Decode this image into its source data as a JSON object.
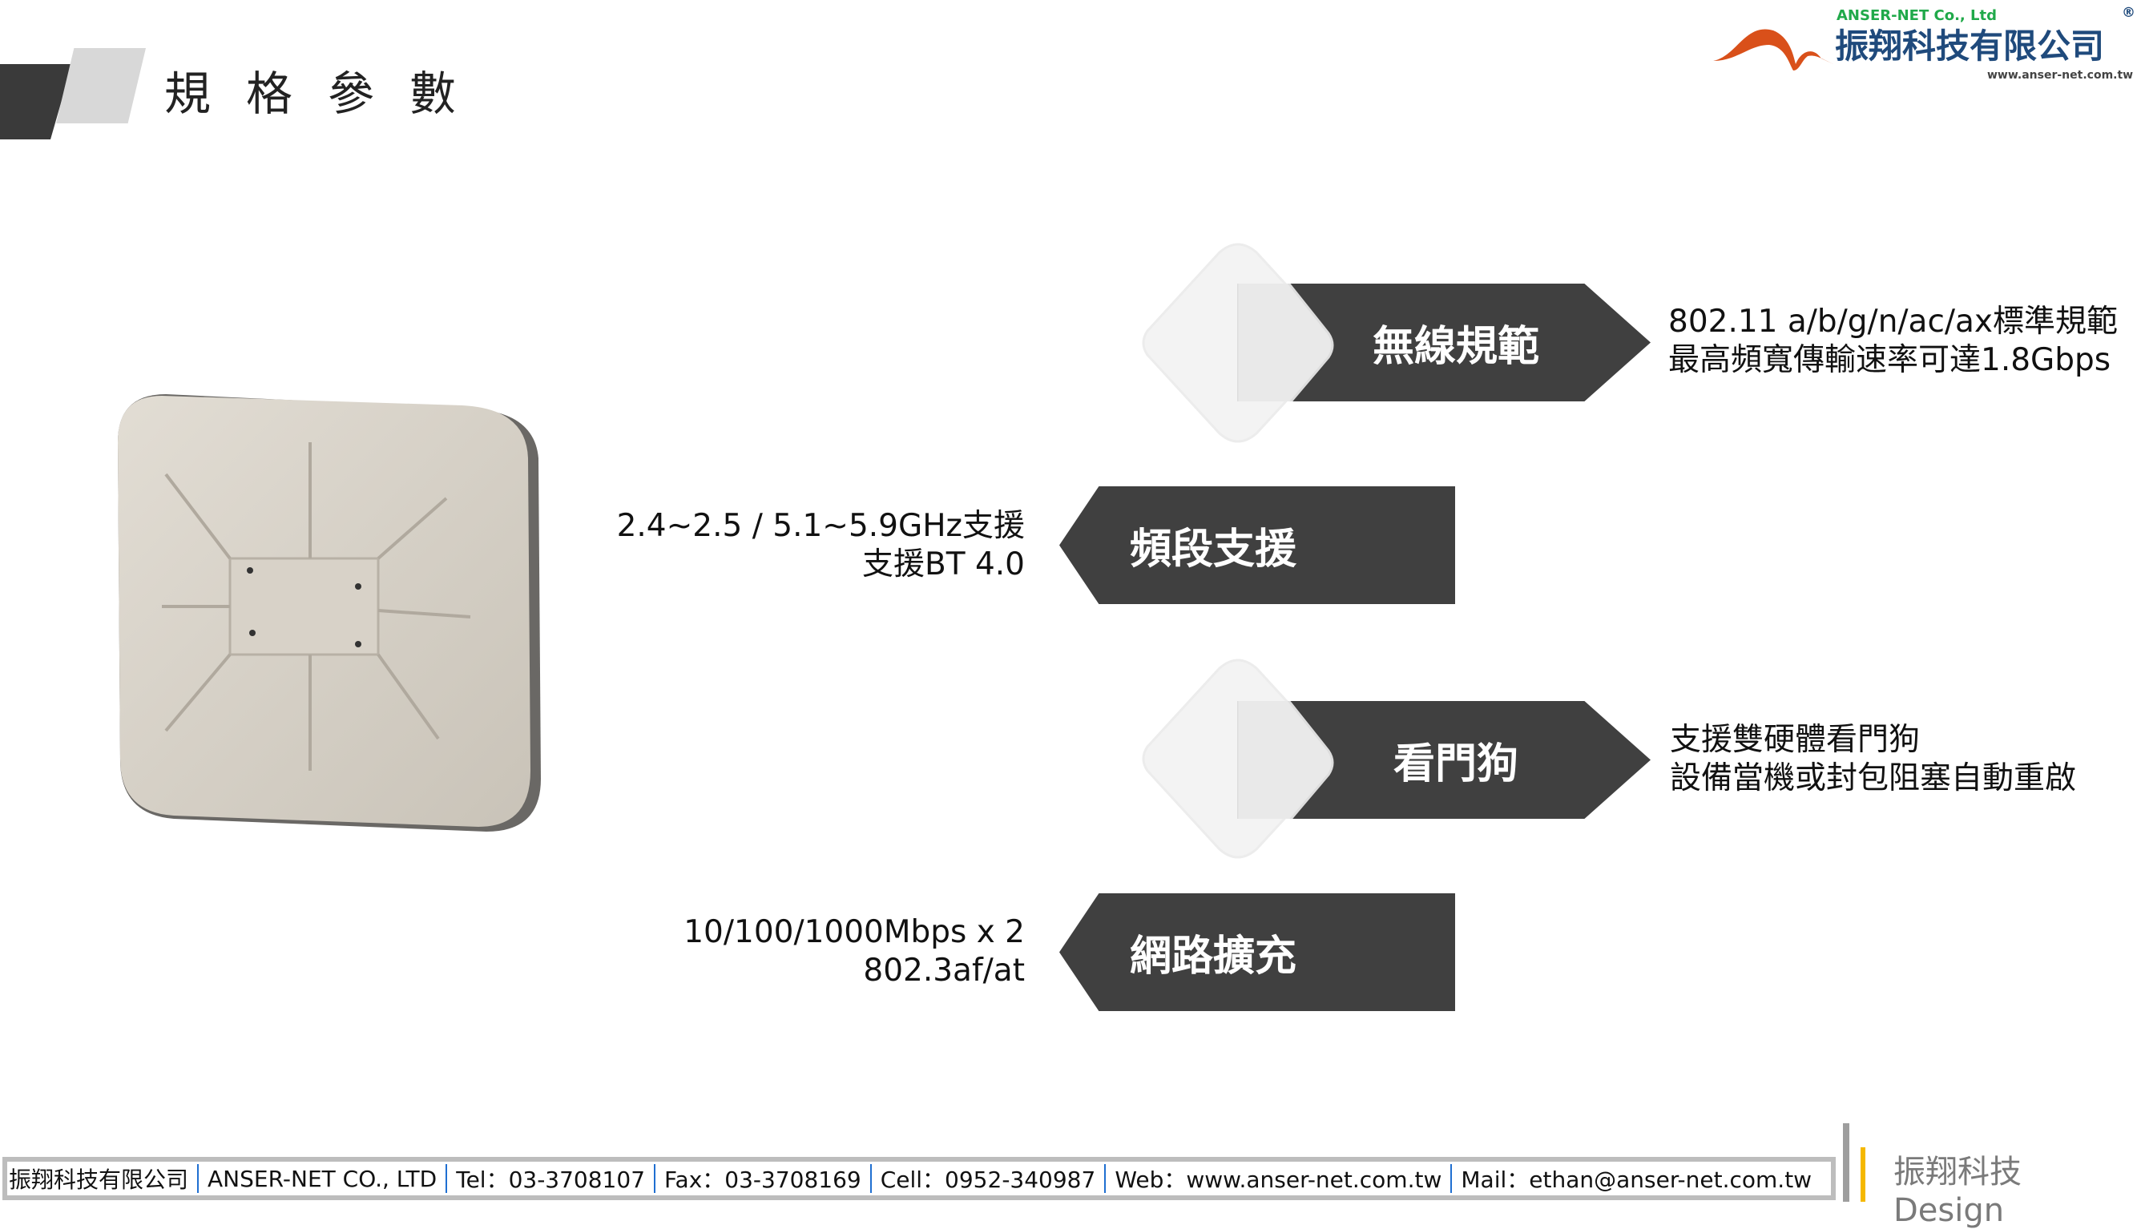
{
  "header": {
    "title": "規格參數"
  },
  "logo": {
    "company_en": "ANSER-NET Co., Ltd",
    "company_zh": "振翔科技有限公司",
    "url": "www.anser-net.com.tw",
    "registered": "®",
    "brand_color": "#d9501a",
    "text_color": "#1f4a7c"
  },
  "specs": [
    {
      "label": "無線規範",
      "lines": [
        "802.11 a/b/g/n/ac/ax標準規範",
        "最高頻寬傳輸速率可達1.8Gbps"
      ]
    },
    {
      "label": "頻段支援",
      "lines": [
        "2.4~2.5 / 5.1~5.9GHz支援",
        "支援BT 4.0"
      ]
    },
    {
      "label": "看門狗",
      "lines": [
        "支援雙硬體看門狗",
        "設備當機或封包阻塞自動重啟"
      ]
    },
    {
      "label": "網路擴充",
      "lines": [
        "10/100/1000Mbps x 2",
        "802.3af/at"
      ]
    }
  ],
  "footer": {
    "items": [
      "振翔科技有限公司",
      "ANSER-NET  CO., LTD",
      "Tel：03-3708107",
      "Fax：03-3708169",
      "Cell：0952-340987",
      "Web：www.anser-net.com.tw",
      "Mail：ethan@anser-net.com.tw"
    ],
    "design": "振翔科技 Design"
  }
}
